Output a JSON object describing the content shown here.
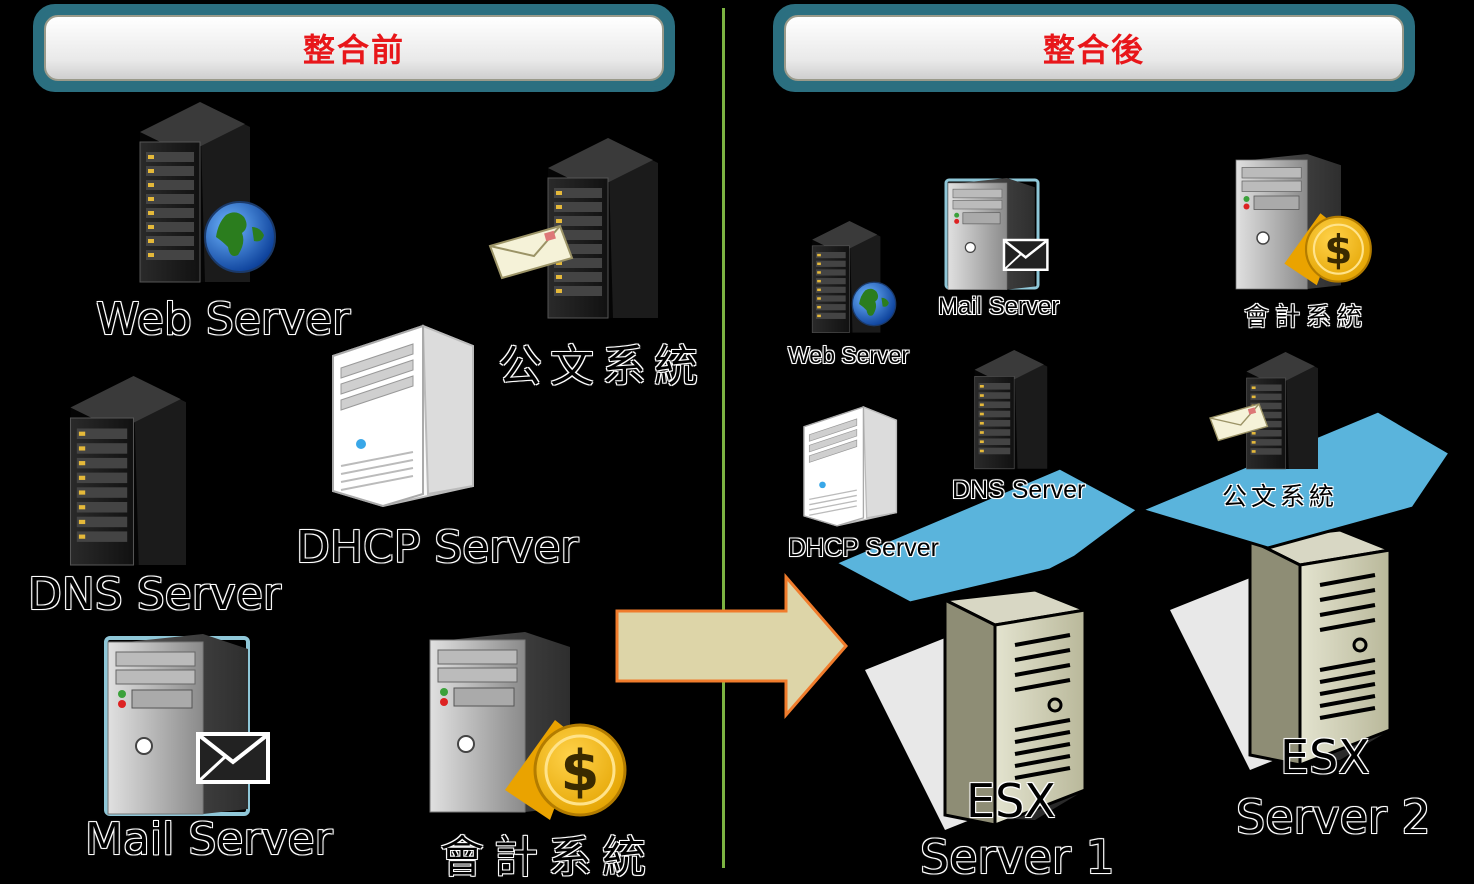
{
  "before": {
    "title": "整合前",
    "web_server": "Web Server",
    "doc_system": "公文系統",
    "dns_server": "DNS Server",
    "dhcp_server": "DHCP Server",
    "mail_server": "Mail Server",
    "accounting": "會計系統"
  },
  "after": {
    "title": "整合後",
    "web_server": "Web Server",
    "mail_server": "Mail Server",
    "accounting": "會計系統",
    "dns_server": "DNS Server",
    "dhcp_server": "DHCP Server",
    "doc_system": "公文系統",
    "esx1_line1": "ESX",
    "esx1_line2": "Server 1",
    "esx2_line1": "ESX",
    "esx2_line2": "Server 2"
  },
  "colors": {
    "title_text": "#e8161a",
    "title_border": "#2b6f80",
    "divider": "#7cb342",
    "arrow_fill": "#ddd5a8",
    "arrow_stroke": "#f07c2c",
    "platform": "#5ab4dc"
  }
}
